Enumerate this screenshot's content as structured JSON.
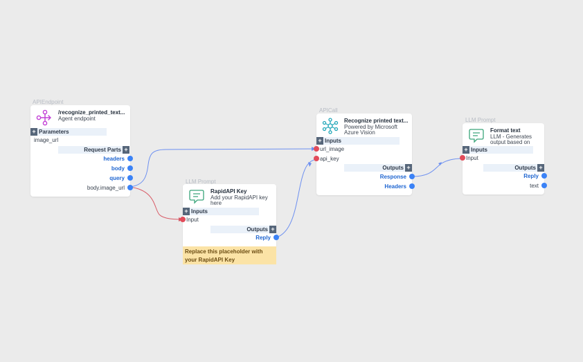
{
  "colors": {
    "canvas": "#ebebeb",
    "wire_blue": "#6c8ff0",
    "wire_red": "#d85a66",
    "output": "#1f66d1"
  },
  "node1": {
    "type_label": "APIEndpoint",
    "title": "/recognize_printed_text...",
    "subtitle": "Agent endpoint",
    "icon": "endpoint-icon",
    "parameters_label": "Parameters",
    "param": "image_url",
    "request_parts_label": "Request Parts",
    "outputs": [
      "headers",
      "body",
      "query"
    ],
    "output_plain": "body.image_url"
  },
  "node2": {
    "type_label": "LLM Prompt",
    "title": "RapidAPI Key",
    "subtitle": "Add your RapidAPI key here",
    "icon": "chat-prompt-icon",
    "inputs_label": "Inputs",
    "input": "Input",
    "outputs_label": "Outputs",
    "output": "Reply",
    "note": "Replace this placeholder with your RapidAPI Key"
  },
  "node3": {
    "type_label": "APICall",
    "title": "Recognize printed text...",
    "subtitle": "Powered by Microsoft Azure Vision",
    "icon": "api-call-icon",
    "inputs_label": "Inputs",
    "inputs": [
      "url_image",
      "api_key"
    ],
    "outputs_label": "Outputs",
    "outputs": [
      "Response",
      "Headers"
    ]
  },
  "node4": {
    "type_label": "LLM Prompt",
    "title": "Format text",
    "subtitle": "LLM - Generates output based on",
    "icon": "chat-prompt-icon",
    "inputs_label": "Inputs",
    "input": "Input",
    "outputs_label": "Outputs",
    "output": "Reply",
    "output_plain": "text"
  }
}
